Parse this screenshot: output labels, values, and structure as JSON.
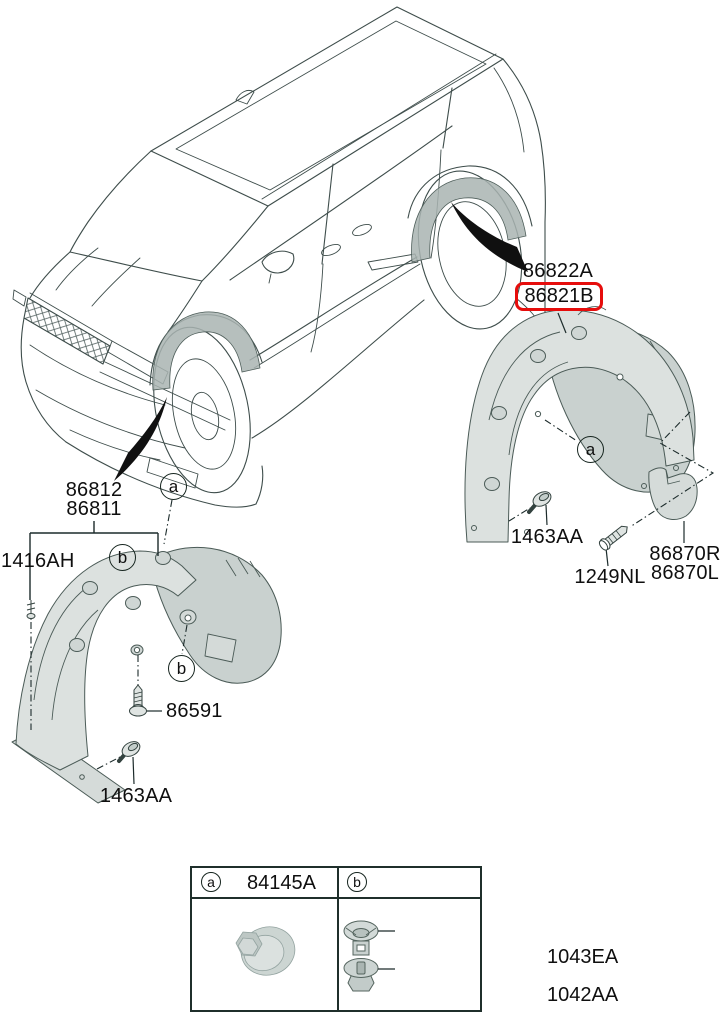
{
  "title": "Wheel guard parts diagram",
  "diagram": {
    "labels": {
      "rear_guard_ref": "86822A",
      "rear_guard_part": "86821B",
      "front_guard_ref": "86812",
      "front_guard_part": "86811",
      "front_pin": "1416AH",
      "front_screw": "86591",
      "front_clip": "1463AA",
      "rear_clip": "1463AA",
      "rear_screw": "1249NL",
      "mud_guard_right": "86870R",
      "mud_guard_left": "86870L"
    },
    "callouts": {
      "a": "a",
      "b": "b"
    },
    "colors": {
      "highlight_box": "#e60d0c",
      "line_art": "#3e4d4b",
      "part_fill": "#d9dedd",
      "label_text": "#0f0f0f"
    }
  },
  "legend": {
    "column_a": {
      "letter": "a",
      "part": "84145A"
    },
    "column_b": {
      "letter": "b",
      "items": [
        {
          "part": "1043EA"
        },
        {
          "part": "1042AA"
        }
      ]
    }
  }
}
